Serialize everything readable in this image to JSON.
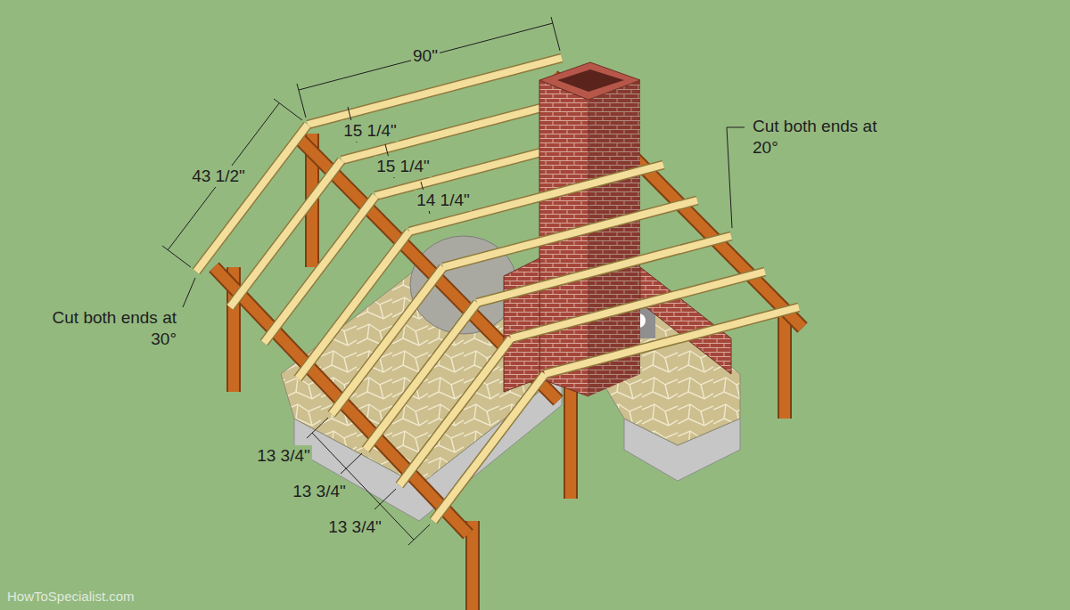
{
  "diagram": {
    "labels": [
      "90\"",
      "43 1/2\"",
      "15 1/4\"",
      "15 1/4\"",
      "14 1/4\"",
      "Cut both ends at 20°",
      "Cut both ends at 30°",
      "13 3/4\"",
      "13 3/4\"",
      "13 3/4\"",
      "HowToSpecialist.com"
    ]
  }
}
